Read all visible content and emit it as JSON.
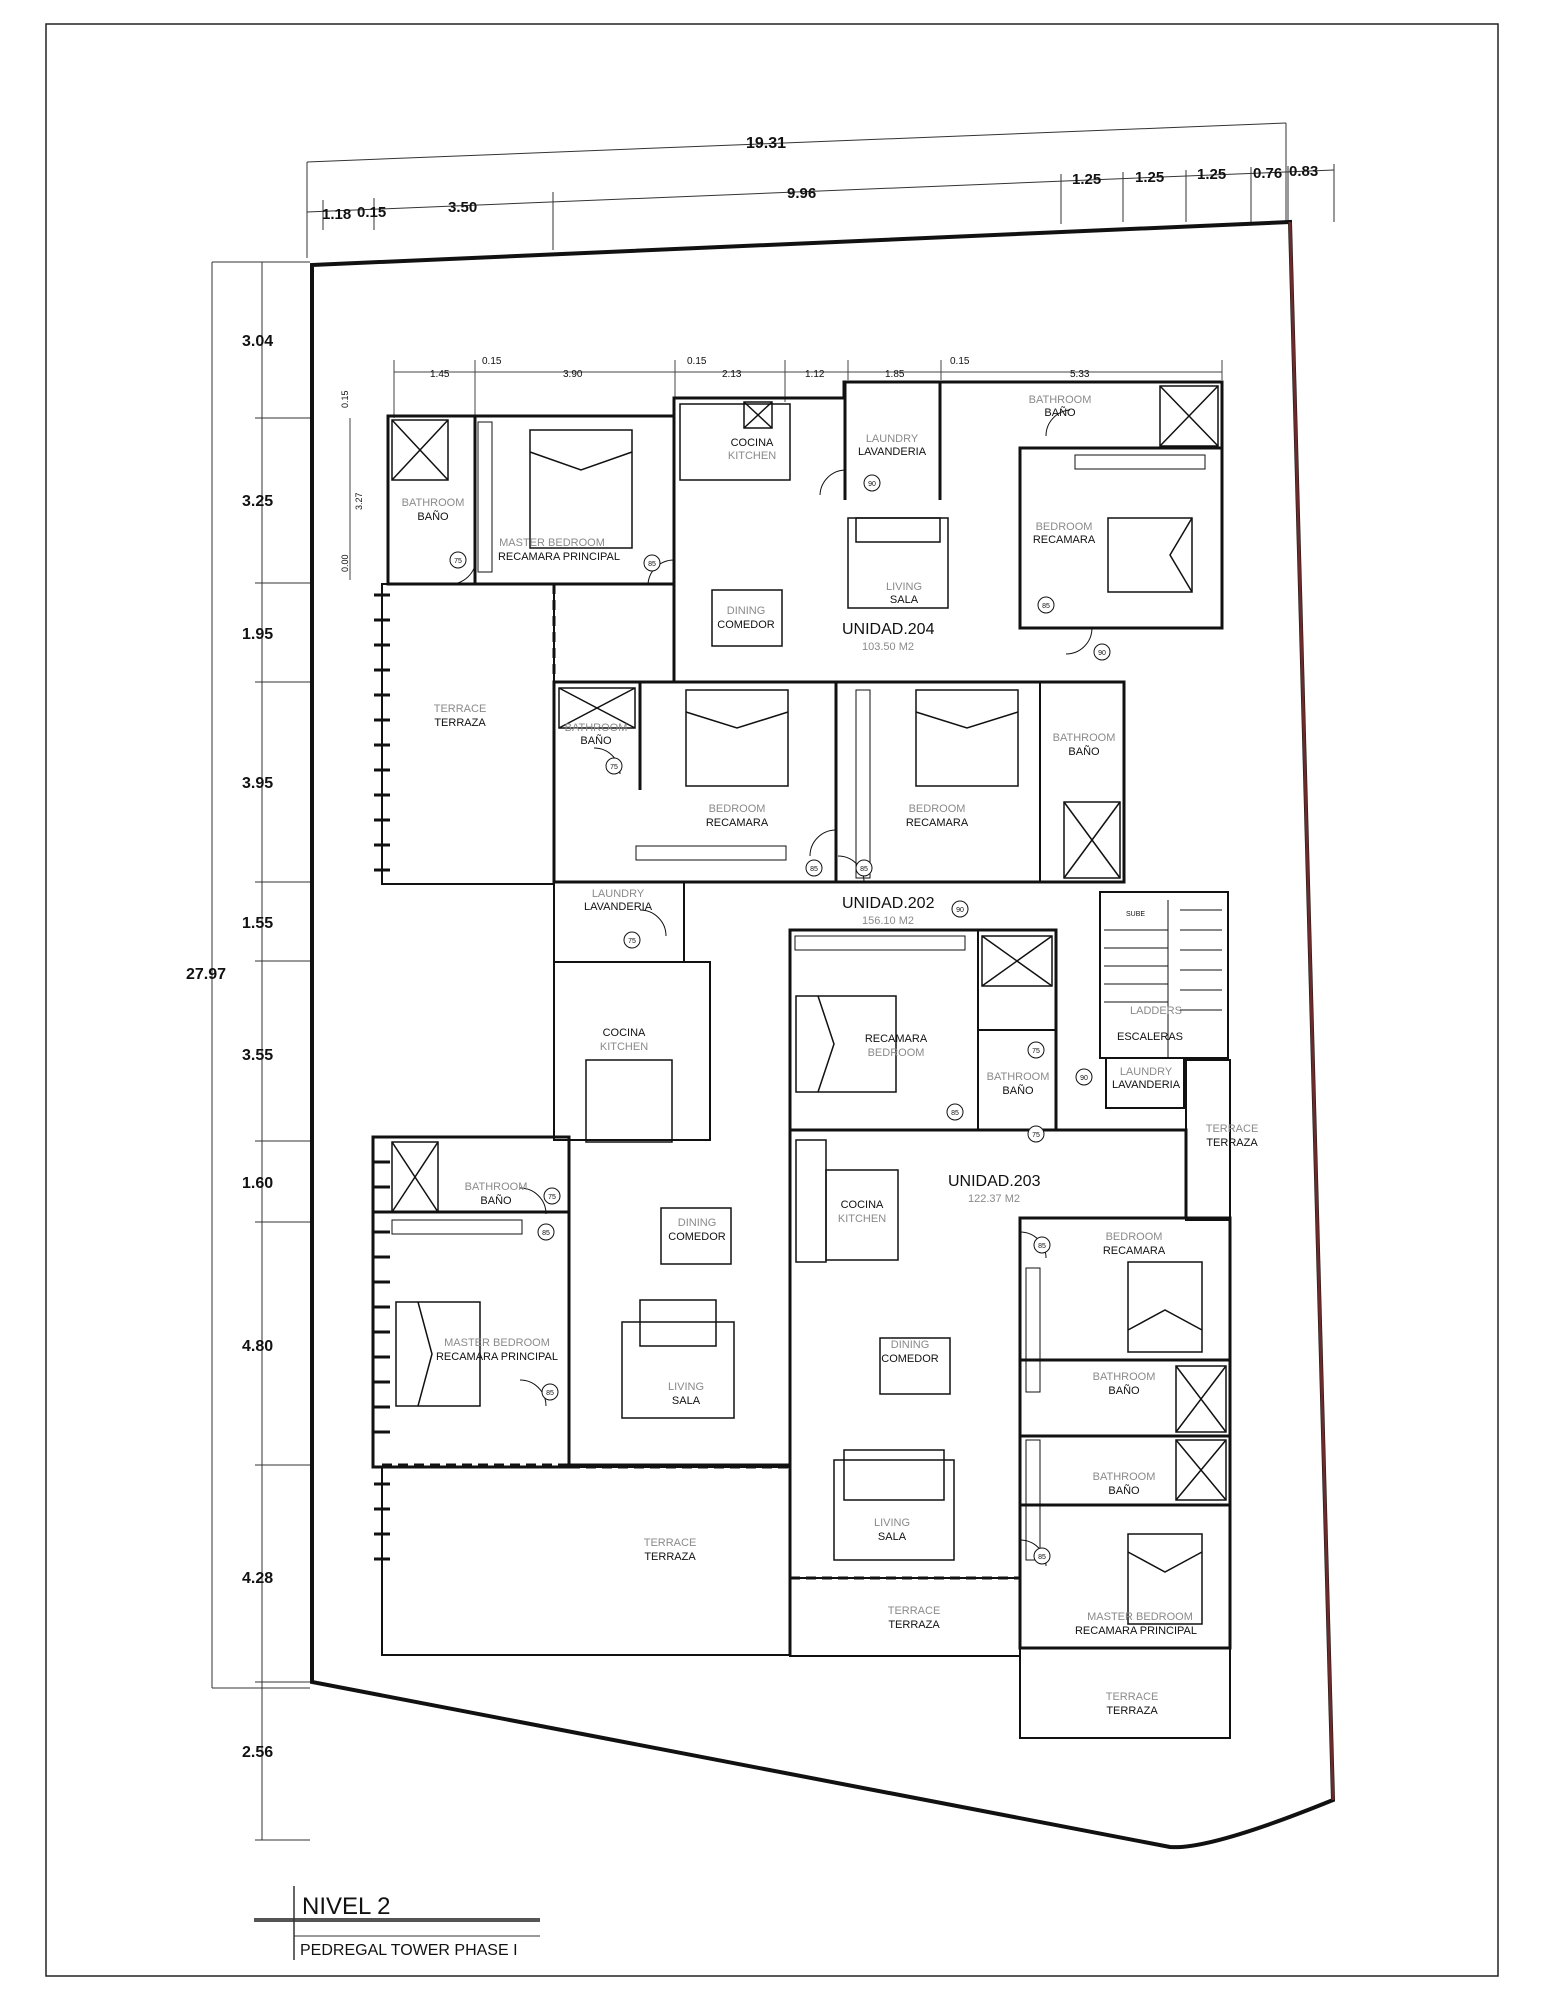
{
  "sheet": {
    "level": "NIVEL 2",
    "project": "PEDREGAL TOWER PHASE I"
  },
  "dimensions": {
    "top_overall": "19.31",
    "top_segments": [
      "1.18",
      "0.15",
      "3.50",
      "9.96",
      "1.25",
      "1.25",
      "1.25",
      "0.76",
      "0.83"
    ],
    "left_overall": "27.97",
    "left_segments": [
      "3.04",
      "3.25",
      "1.95",
      "3.95",
      "1.55",
      "3.55",
      "1.60",
      "4.80",
      "4.28",
      "2.56"
    ],
    "inner_top": [
      "1.45",
      "0.15",
      "3.90",
      "0.15",
      "2.13",
      "1.12",
      "1.85",
      "0.15",
      "5.33"
    ],
    "inner_left": [
      "0.15",
      "3.27",
      "0.00"
    ]
  },
  "units": [
    {
      "name": "UNIDAD.204",
      "area": "103.50 M2"
    },
    {
      "name": "UNIDAD.202",
      "area": "156.10 M2"
    },
    {
      "name": "UNIDAD.203",
      "area": "122.37 M2"
    }
  ],
  "rooms": {
    "bath_u204_left": {
      "en": "BATHROOM",
      "es": "BAÑO"
    },
    "master_u204": {
      "en": "MASTER BEDROOM",
      "es": "RECAMARA PRINCIPAL"
    },
    "kitchen_u204": {
      "en": "KITCHEN",
      "es": "COCINA"
    },
    "laundry_u204": {
      "en": "LAUNDRY",
      "es": "LAVANDERIA"
    },
    "bath_u204_right": {
      "en": "BATHROOM",
      "es": "BAÑO"
    },
    "bedroom_u204": {
      "en": "BEDROOM",
      "es": "RECAMARA"
    },
    "living_u204": {
      "en": "LIVING",
      "es": "SALA"
    },
    "dining_u204": {
      "en": "DINING",
      "es": "COMEDOR"
    },
    "terrace_top": {
      "en": "TERRACE",
      "es": "TERRAZA"
    },
    "bath_u202_a": {
      "en": "BATHROOM",
      "es": "BAÑO"
    },
    "bedroom_u202_a": {
      "en": "BEDROOM",
      "es": "RECAMARA"
    },
    "bedroom_u202_b": {
      "en": "BEDROOM",
      "es": "RECAMARA"
    },
    "bath_u202_b": {
      "en": "BATHROOM",
      "es": "BAÑO"
    },
    "laundry_u202": {
      "en": "LAUNDRY",
      "es": "LAVANDERIA"
    },
    "kitchen_u202": {
      "en": "KITCHEN",
      "es": "COCINA"
    },
    "bedroom_u203": {
      "en": "BEDROOM",
      "es": "RECAMARA"
    },
    "bath_u203_mid": {
      "en": "BATHROOM",
      "es": "BAÑO"
    },
    "stairs": {
      "en": "LADDERS",
      "es": "ESCALERAS"
    },
    "laundry_u203": {
      "en": "LAUNDRY",
      "es": "LAVANDERIA"
    },
    "terrace_right": {
      "en": "TERRACE",
      "es": "TERRAZA"
    },
    "bath_u202_master": {
      "en": "BATHROOM",
      "es": "BAÑO"
    },
    "dining_u202": {
      "en": "DINING",
      "es": "COMEDOR"
    },
    "kitchen_u203": {
      "en": "KITCHEN",
      "es": "COCINA"
    },
    "master_u202": {
      "en": "MASTER BEDROOM",
      "es": "RECAMARA PRINCIPAL"
    },
    "living_u202": {
      "en": "LIVING",
      "es": "SALA"
    },
    "bedroom_u203_b": {
      "en": "BEDROOM",
      "es": "RECAMARA"
    },
    "dining_u203": {
      "en": "DINING",
      "es": "COMEDOR"
    },
    "bath_u203_b": {
      "en": "BATHROOM",
      "es": "BAÑO"
    },
    "bath_u203_c": {
      "en": "BATHROOM",
      "es": "BAÑO"
    },
    "living_u203": {
      "en": "LIVING",
      "es": "SALA"
    },
    "terrace_bottom_left": {
      "en": "TERRACE",
      "es": "TERRAZA"
    },
    "terrace_bottom_mid": {
      "en": "TERRACE",
      "es": "TERRAZA"
    },
    "master_u203": {
      "en": "MASTER BEDROOM",
      "es": "RECAMARA PRINCIPAL"
    },
    "terrace_bottom_right": {
      "en": "TERRACE",
      "es": "TERRAZA"
    }
  },
  "door_tags": [
    "75",
    "85",
    "90",
    "85",
    "90",
    "75",
    "85",
    "85",
    "90",
    "75",
    "75",
    "85",
    "90",
    "75",
    "75",
    "85",
    "85",
    "85",
    "85"
  ],
  "stair_note": "SUBE"
}
